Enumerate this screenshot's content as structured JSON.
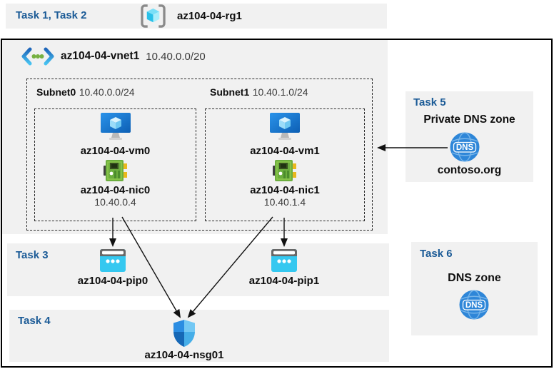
{
  "colors": {
    "task_heading_blue": "#1a5a96",
    "panel_gray": "#f1f1f1",
    "outline_black": "#000000",
    "vm_blue": "#1777d0",
    "nic_green": "#6cae3e",
    "nic_yellow": "#eab81e",
    "pip_cyan": "#35c8f0",
    "dns_blue": "#2e86d8",
    "rg_cube_cyan": "#29c0e8",
    "vnet_dot_green": "#76b041"
  },
  "header": {
    "tasks_label": "Task 1, Task 2",
    "resource_group": "az104-04-rg1"
  },
  "vnet": {
    "name": "az104-04-vnet1",
    "cidr": "10.40.0.0/20",
    "subnets": [
      {
        "name": "Subnet0",
        "cidr": "10.40.0.0/24",
        "vm": "az104-04-vm0",
        "nic": "az104-04-nic0",
        "ip": "10.40.0.4"
      },
      {
        "name": "Subnet1",
        "cidr": "10.40.1.0/24",
        "vm": "az104-04-vm1",
        "nic": "az104-04-nic1",
        "ip": "10.40.1.4"
      }
    ]
  },
  "task3": {
    "label": "Task 3",
    "pip0": "az104-04-pip0",
    "pip1": "az104-04-pip1"
  },
  "task4": {
    "label": "Task 4",
    "nsg": "az104-04-nsg01"
  },
  "task5": {
    "label": "Task 5",
    "title": "Private DNS zone",
    "zone": "contoso.org",
    "dns_text": "DNS"
  },
  "task6": {
    "label": "Task 6",
    "title": "DNS zone",
    "dns_text": "DNS"
  }
}
